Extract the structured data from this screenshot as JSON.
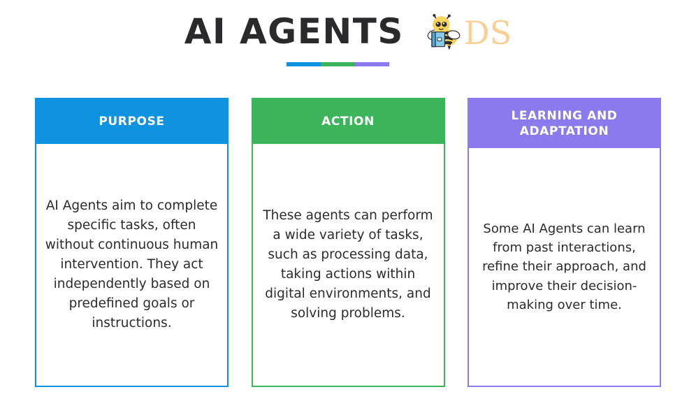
{
  "header": {
    "title": "AI AGENTS",
    "logo": {
      "bee_icon": "bee-with-book-icon",
      "wordmark": "DS"
    },
    "accent_bar": {
      "segments": [
        {
          "name": "blue",
          "color": "#0e93e0"
        },
        {
          "name": "green",
          "color": "#3cb45a"
        },
        {
          "name": "purple",
          "color": "#8a7aee"
        }
      ]
    }
  },
  "cards": [
    {
      "id": "purpose",
      "heading": "PURPOSE",
      "body": "AI Agents aim to complete specific tasks, often without continuous human intervention. They act independently based on predefined goals or instructions.",
      "color": "#0e93e0"
    },
    {
      "id": "action",
      "heading": "ACTION",
      "body": "These agents can perform a wide variety of tasks, such as processing data, taking actions within digital environments, and solving problems.",
      "color": "#3cb45a"
    },
    {
      "id": "learning",
      "heading": "LEARNING AND ADAPTATION",
      "body": "Some AI Agents can learn from past interactions, refine their approach, and improve their decision-making over time.",
      "color": "#8a7aee"
    }
  ]
}
